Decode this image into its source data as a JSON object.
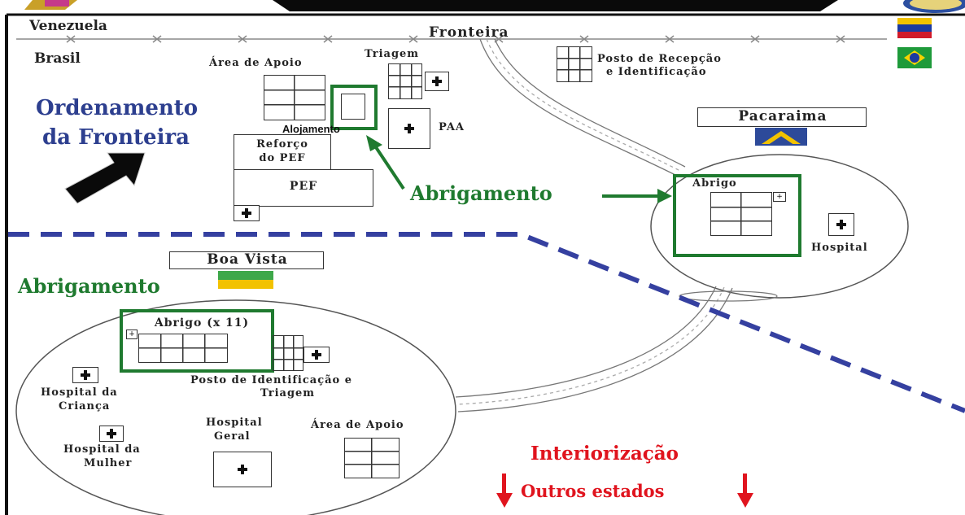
{
  "top": {
    "venezuela": "Venezuela",
    "brasil": "Brasil",
    "fronteira": "Fronteira"
  },
  "left": {
    "ordenamento_line1": "Ordenamento",
    "ordenamento_line2": "da Fronteira"
  },
  "pacaraima_zone": {
    "area_apoio": "Área de Apoio",
    "triagem": "Triagem",
    "posto_line1": "Posto de Recepção",
    "posto_line2": "e Identificação",
    "alojamento": "Alojamento",
    "paa": "PAA",
    "reforco_line1": "Reforço",
    "reforco_line2": "do PEF",
    "pef": "PEF",
    "abrigamento": "Abrigamento",
    "city": "Pacaraima",
    "abrigo": "Abrigo",
    "hospital": "Hospital"
  },
  "boa_vista_zone": {
    "city": "Boa Vista",
    "abrigamento": "Abrigamento",
    "abrigo": "Abrigo (x 11)",
    "posto_line1": "Posto de Identificação e",
    "posto_line2": "Triagem",
    "hospital_crianca_line1": "Hospital da",
    "hospital_crianca_line2": "Criança",
    "hospital_mulher_line1": "Hospital da",
    "hospital_mulher_line2": "Mulher",
    "hospital_geral_line1": "Hospital",
    "hospital_geral_line2": "Geral",
    "area_apoio": "Área de Apoio"
  },
  "interiorizacao": {
    "title": "Interiorização",
    "subtitle": "Outros estados"
  },
  "colors": {
    "green": "#1f7a2f",
    "blue_dark": "#2d3f8f",
    "red": "#e0141e",
    "border_blue": "#3540a0"
  }
}
